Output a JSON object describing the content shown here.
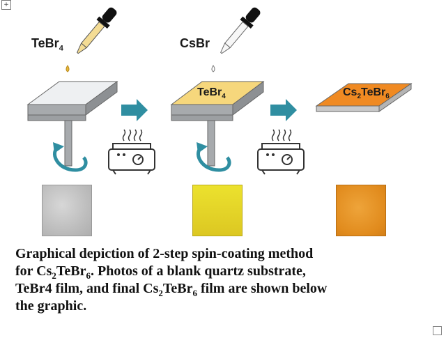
{
  "diagram": {
    "step1_reagent": {
      "base": "TeBr",
      "sub": "4"
    },
    "step2_reagent": {
      "base": "CsBr",
      "sub": ""
    },
    "film_after_step1": {
      "base": "TeBr",
      "sub": "4"
    },
    "final_film": {
      "part1": "Cs",
      "sub1": "2",
      "part2": "TeBr",
      "sub2": "6"
    },
    "colors": {
      "blank_substrate": "#eef0f2",
      "tebr4_film": "#f6d77c",
      "final_film": "#f08a22",
      "arrow": "#2f8ea1",
      "substrate_side": "#a7aaad",
      "photo_blank": "#c8c8c8",
      "photo_tebr4": "#e6d52a",
      "photo_final": "#e89a26"
    },
    "icons": [
      "dropper-icon",
      "rotation-arrow-icon",
      "hotplate-icon",
      "heat-waves-icon",
      "step-arrow-icon"
    ]
  },
  "caption": {
    "line1": "Graphical depiction of 2-step spin-coating method",
    "line2_a": "for Cs",
    "line2_sub1": "2",
    "line2_b": "TeBr",
    "line2_sub2": "6",
    "line2_c": ". Photos of a blank quartz substrate,",
    "line3_a": "TeBr4 film, and final Cs",
    "line3_sub1": "2",
    "line3_b": "TeBr",
    "line3_sub2": "6",
    "line3_c": " film are shown below",
    "line4": "the graphic."
  }
}
